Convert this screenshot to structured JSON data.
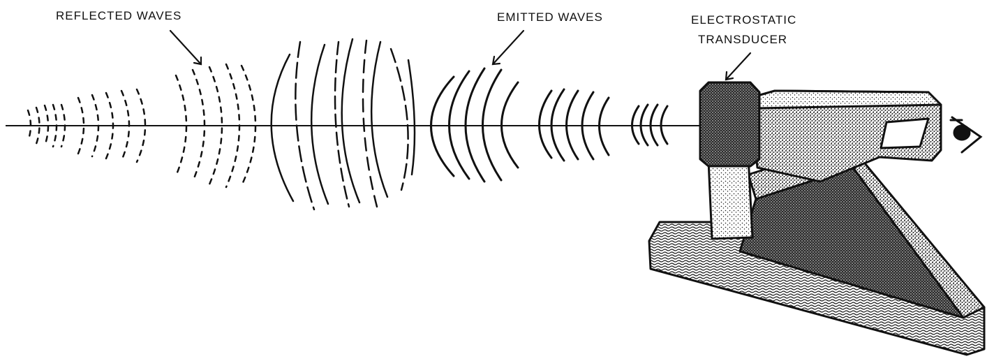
{
  "labels": {
    "reflected": "REFLECTED WAVES",
    "emitted": "EMITTED WAVES",
    "transducer_line1": "ELECTROSTATIC",
    "transducer_line2": "TRANSDUCER"
  },
  "colors": {
    "ink": "#111111",
    "stipple": "#1a1a1a",
    "background": "#ffffff"
  },
  "icons": [
    "eye-icon"
  ]
}
